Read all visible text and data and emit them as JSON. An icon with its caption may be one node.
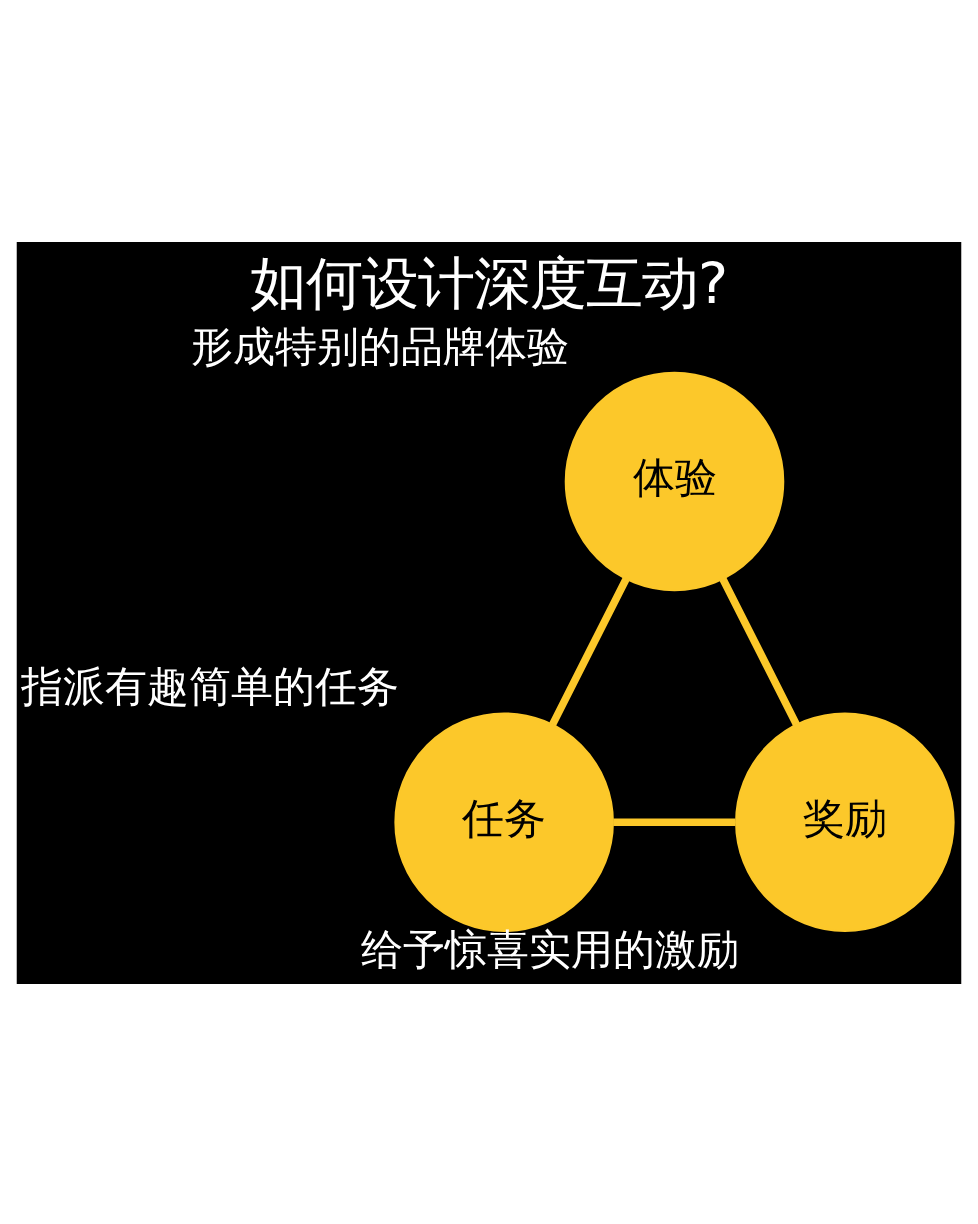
{
  "diagram": {
    "title": "如何设计深度互动?",
    "nodes": [
      {
        "text": [
          "体验"
        ],
        "beside": [
          "形成特别的品牌体验"
        ]
      },
      {
        "text": [
          "任务"
        ],
        "beside": [
          "指派有趣简单的任务"
        ]
      },
      {
        "text": [
          "奖励"
        ],
        "beside": [
          "给予惊喜实用的激励"
        ]
      }
    ],
    "edges": [
      {
        "from": 0,
        "to": 1,
        "arrow": "none"
      },
      {
        "from": 0,
        "to": 2,
        "arrow": "none"
      },
      {
        "from": 1,
        "to": 2,
        "arrow": "none"
      }
    ]
  }
}
